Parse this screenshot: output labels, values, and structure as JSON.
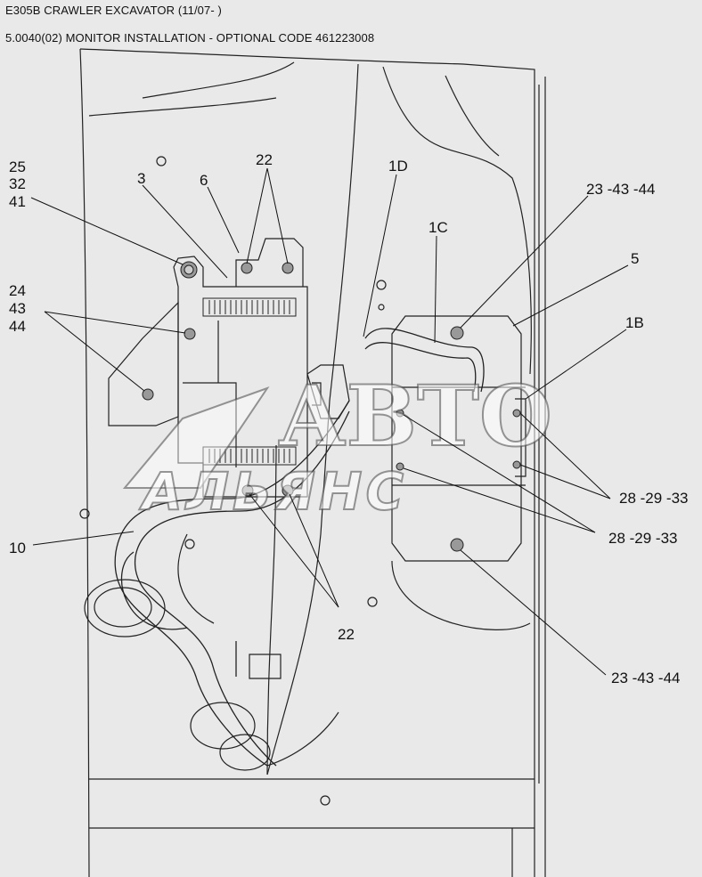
{
  "header": {
    "title": "E305B CRAWLER EXCAVATOR (11/07- )",
    "subtitle": "5.0040(02) MONITOR INSTALLATION - OPTIONAL CODE 461223008"
  },
  "callouts": {
    "c25": "25",
    "c32": "32",
    "c41": "41",
    "c3": "3",
    "c6": "6",
    "c22_top": "22",
    "c1D": "1D",
    "c23_43_44_top": "23 -43 -44",
    "c1C": "1C",
    "c5": "5",
    "c24": "24",
    "c43": "43",
    "c44": "44",
    "c1B": "1B",
    "c28_29_33_a": "28 -29 -33",
    "c28_29_33_b": "28 -29 -33",
    "c10": "10",
    "c22_bottom": "22",
    "c23_43_44_bottom": "23 -43 -44"
  },
  "watermark": {
    "line1": "АВТО",
    "line2": "АЛЬЯНС"
  }
}
